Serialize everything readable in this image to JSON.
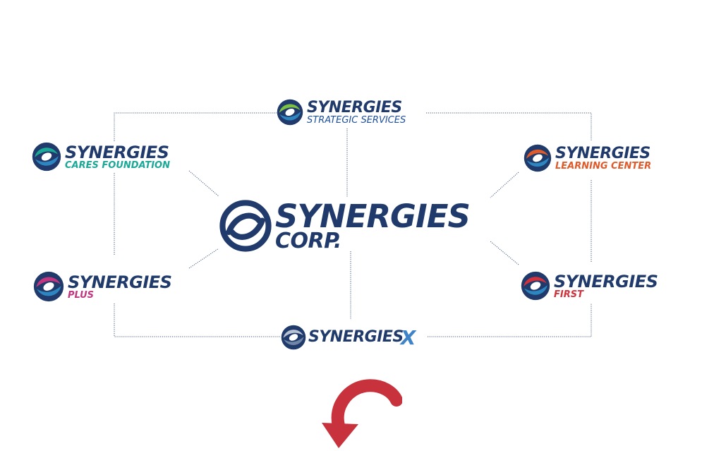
{
  "colors": {
    "navy": "#1f3a6b",
    "connector": "#1f3a6b",
    "arrow": "#c8323c",
    "strategic_sub": "#1d4f9a",
    "cares_sub": "#1ba897",
    "learning_sub": "#e05a2a",
    "plus_sub": "#c2357f",
    "first_sub": "#d3313b",
    "x_accent": "#3f83c9"
  },
  "center": {
    "word": "SYNERGIES",
    "sub": "CORP.",
    "icon": "synergies-swirl-icon"
  },
  "strategic": {
    "word": "SYNERGIES",
    "sub": "STRATEGIC SERVICES",
    "icon": "green-swirl-icon"
  },
  "cares": {
    "word": "SYNERGIES",
    "sub": "CARES FOUNDATION",
    "icon": "teal-swirl-icon"
  },
  "learning": {
    "word": "SYNERGIES",
    "sub": "LEARNING CENTER",
    "icon": "orange-swirl-icon"
  },
  "plus": {
    "word": "SYNERGIES",
    "sub": "PLUS",
    "icon": "magenta-swirl-icon"
  },
  "first": {
    "word": "SYNERGIES",
    "sub": "FIRST",
    "icon": "red-swirl-icon"
  },
  "x": {
    "word": "SYNERGIES",
    "accent": "X",
    "icon": "silver-swirl-icon"
  },
  "arrow": {
    "icon": "curved-down-arrow-icon"
  }
}
